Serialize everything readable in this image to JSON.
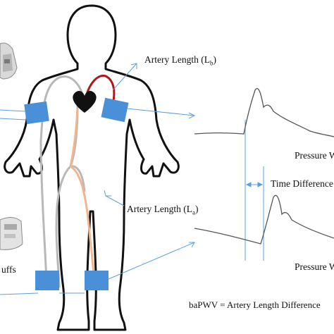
{
  "labels": {
    "artery_b_prefix": "Artery Length (L",
    "artery_b_sub": "b",
    "artery_b_suffix": ")",
    "artery_a_prefix": "Artery Length (L",
    "artery_a_sub": "a",
    "artery_a_suffix": ")",
    "pressure_top": "Pressure W",
    "time_difference": "Time Difference",
    "pressure_bottom": "Pressure W",
    "cuffs": "uffs",
    "formula": "baPWV = Artery Length Difference"
  },
  "colors": {
    "outline": "#111111",
    "cuff": "#4a90d9",
    "leader_line": "#5aa0dc",
    "artery_gray": "#b8b8b8",
    "artery_red": "#b01717",
    "artery_orange": "#f0b48f",
    "heart": "#111111",
    "waveform": "#555555"
  },
  "icons": {
    "heart": "heart-icon",
    "device_top": "blood-pressure-device",
    "device_bottom": "cuff-device"
  }
}
